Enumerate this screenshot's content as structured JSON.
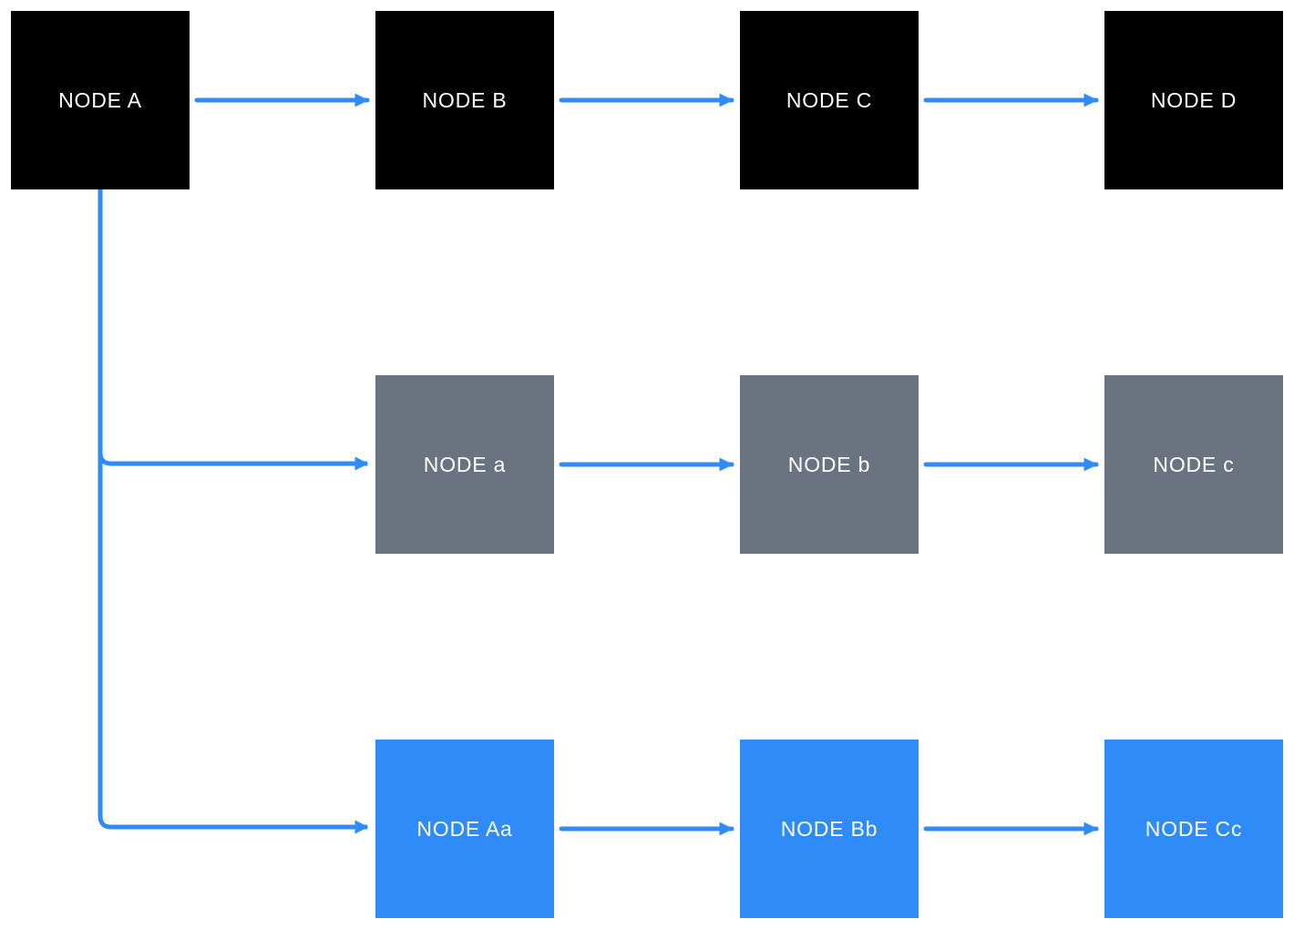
{
  "diagram": {
    "background": "#ffffff",
    "colors": {
      "node_black": "#000000",
      "node_gray": "#6b7380",
      "node_blue": "#2e8bf7",
      "arrow": "#2e8bf7",
      "label_text": "#ffffff"
    },
    "nodes": [
      {
        "id": "A",
        "label": "NODE A",
        "variant": "black",
        "row": 1,
        "col": 1
      },
      {
        "id": "B",
        "label": "NODE B",
        "variant": "black",
        "row": 1,
        "col": 2
      },
      {
        "id": "C",
        "label": "NODE C",
        "variant": "black",
        "row": 1,
        "col": 3
      },
      {
        "id": "D",
        "label": "NODE D",
        "variant": "black",
        "row": 1,
        "col": 4
      },
      {
        "id": "a",
        "label": "NODE a",
        "variant": "gray",
        "row": 2,
        "col": 2
      },
      {
        "id": "b",
        "label": "NODE b",
        "variant": "gray",
        "row": 2,
        "col": 3
      },
      {
        "id": "c",
        "label": "NODE c",
        "variant": "gray",
        "row": 2,
        "col": 4
      },
      {
        "id": "Aa",
        "label": "NODE Aa",
        "variant": "blue",
        "row": 3,
        "col": 2
      },
      {
        "id": "Bb",
        "label": "NODE Bb",
        "variant": "blue",
        "row": 3,
        "col": 3
      },
      {
        "id": "Cc",
        "label": "NODE Cc",
        "variant": "blue",
        "row": 3,
        "col": 4
      }
    ],
    "edges": [
      {
        "from": "NODE A",
        "to": "NODE B",
        "type": "straight-arrow"
      },
      {
        "from": "NODE B",
        "to": "NODE C",
        "type": "straight-arrow"
      },
      {
        "from": "NODE C",
        "to": "NODE D",
        "type": "straight-arrow"
      },
      {
        "from": "NODE a",
        "to": "NODE b",
        "type": "straight-arrow"
      },
      {
        "from": "NODE b",
        "to": "NODE c",
        "type": "straight-arrow"
      },
      {
        "from": "NODE Aa",
        "to": "NODE Bb",
        "type": "straight-arrow"
      },
      {
        "from": "NODE Bb",
        "to": "NODE Cc",
        "type": "straight-arrow"
      },
      {
        "from": "NODE A",
        "to": "NODE a",
        "type": "elbow-arrow"
      },
      {
        "from": "NODE A",
        "to": "NODE Aa",
        "type": "elbow-arrow"
      }
    ]
  }
}
